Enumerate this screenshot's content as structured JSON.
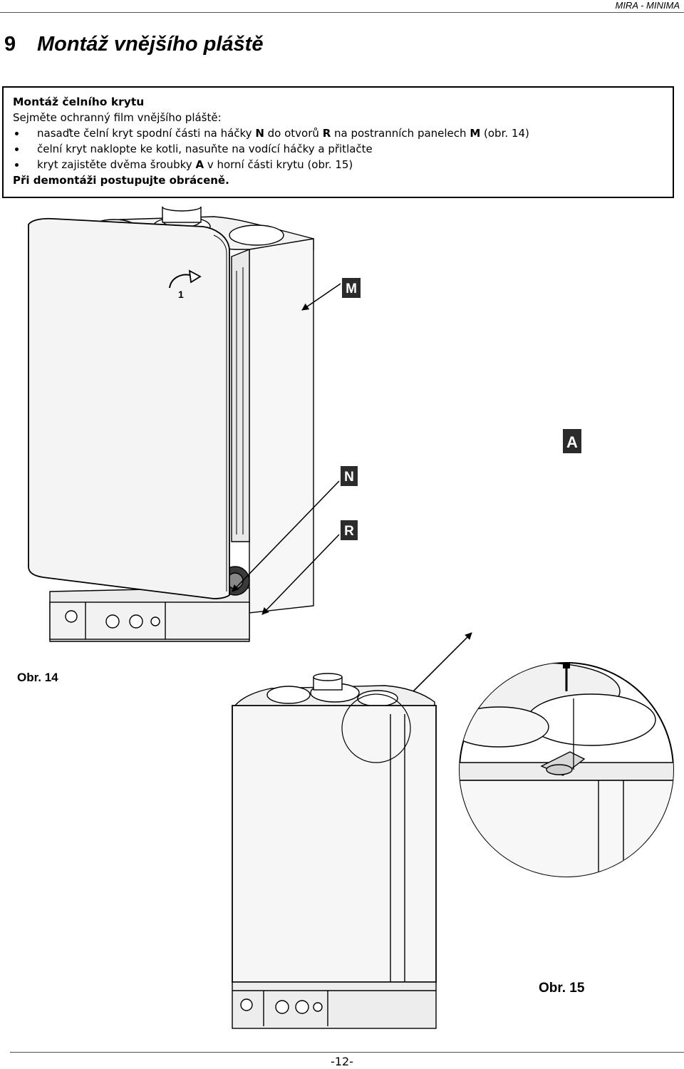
{
  "header": {
    "brand": "MIRA - MINIMA"
  },
  "section": {
    "number": "9",
    "title": "Montáž vnějšího pláště"
  },
  "box": {
    "title": "Montáž čelního krytu",
    "intro": "Sejměte ochranný film vnějšího pláště:",
    "bullet1": {
      "a": "nasaďte čelní kryt spodní části na háčky ",
      "b": "N",
      "c": " do otvorů ",
      "d": "R",
      "e": " na postranních panelech ",
      "f": "M",
      "g": " (obr. 14)"
    },
    "bullet2": "čelní kryt naklopte ke kotli, nasuňte na vodící háčky a přitlačte",
    "bullet3": {
      "a": "kryt zajistěte dvěma šroubky ",
      "b": "A",
      "c": " v horní části krytu (obr. 15)"
    },
    "note": "Při demontáži postupujte obráceně."
  },
  "figure": {
    "callouts": {
      "M": "M",
      "N": "N",
      "R": "R",
      "A": "A"
    },
    "step_number": "1",
    "fig14_label": "Obr. 14",
    "fig15_label": "Obr. 15"
  },
  "footer": {
    "page": "-12-"
  }
}
